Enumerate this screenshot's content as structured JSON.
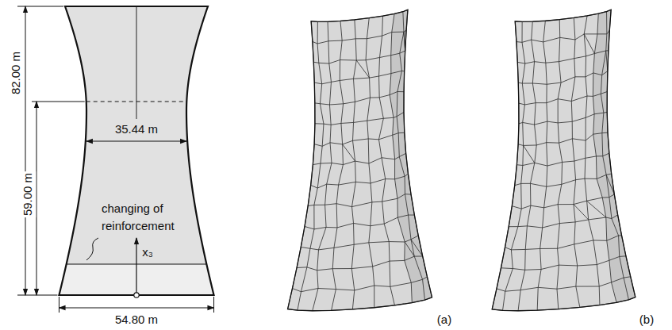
{
  "diagram": {
    "labels": [
      "82.00 m",
      "59.00 m",
      "35.44 m",
      "changing of reinforcement",
      "x₃",
      "54.80 m",
      "(a)",
      "(b)"
    ]
  }
}
